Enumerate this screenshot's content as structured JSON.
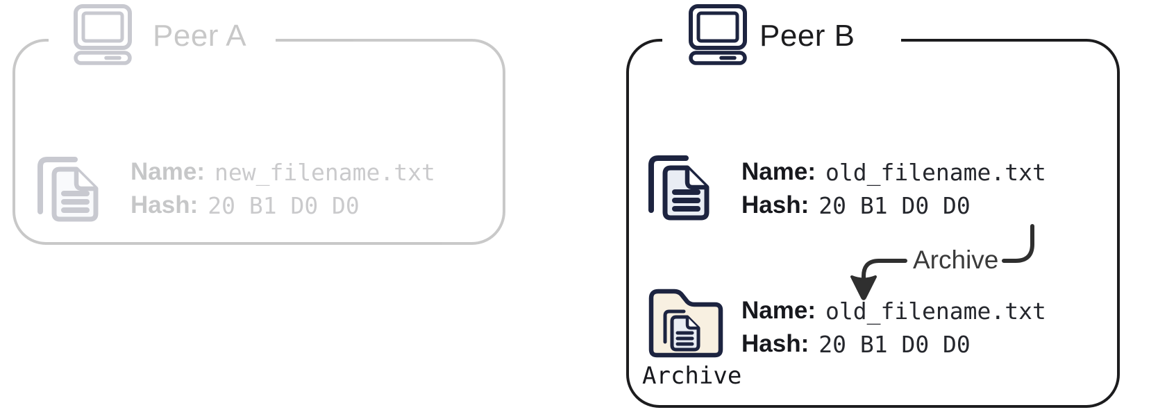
{
  "diagram": {
    "peer_a": {
      "title": "Peer A",
      "file": {
        "name_label": "Name:",
        "name_value": "new_filename.txt",
        "hash_label": "Hash:",
        "hash_value": "20 B1 D0 D0"
      }
    },
    "peer_b": {
      "title": "Peer B",
      "file": {
        "name_label": "Name:",
        "name_value": "old_filename.txt",
        "hash_label": "Hash:",
        "hash_value": "20 B1 D0 D0"
      },
      "arrow_label": "Archive",
      "archive": {
        "folder_label": "Archive",
        "file": {
          "name_label": "Name:",
          "name_value": "old_filename.txt",
          "hash_label": "Hash:",
          "hash_value": "20 B1 D0 D0"
        }
      }
    }
  },
  "colors": {
    "bg": "#ffffff",
    "navy": "#1d2440",
    "border": "#1c1c1e",
    "ink": "#17181d",
    "ink2": "#25272d",
    "arrow": "#2f2f2f",
    "arrowlabel": "#3a3a3a",
    "doc_fill": "#e9edf4",
    "folder_fill": "#f8f0e1"
  }
}
